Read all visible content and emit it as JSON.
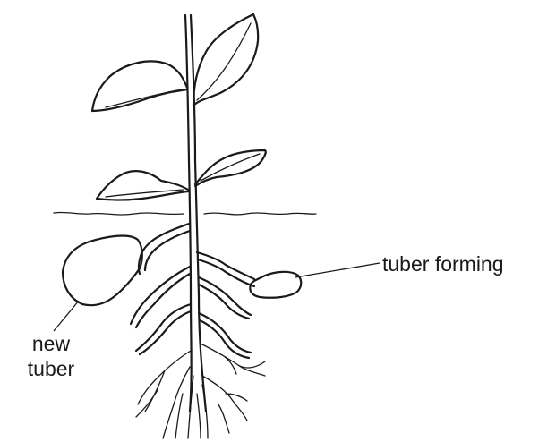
{
  "labels": {
    "tuber_forming": "tuber forming",
    "new_tuber_line1": "new",
    "new_tuber_line2": "tuber"
  },
  "colors": {
    "ink": "#1a1a1a",
    "background": "#ffffff"
  }
}
